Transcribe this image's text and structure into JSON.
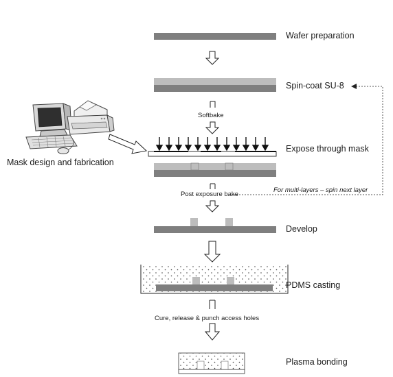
{
  "steps": {
    "wafer_preparation": "Wafer preparation",
    "spin_coat": "Spin-coat SU-8",
    "expose": "Expose through mask",
    "develop": "Develop",
    "pdms_casting": "PDMS casting",
    "plasma_bonding": "Plasma bonding"
  },
  "transitions": {
    "softbake": "Softbake",
    "post_exposure_bake": "Post exposure bake",
    "cure_release": "Cure, release & punch access holes"
  },
  "side": {
    "mask_design": "Mask design and fabrication",
    "multi_layer_note": "For multi-layers – spin next layer"
  },
  "colors": {
    "wafer": "#7f7f7f",
    "su8": "#bdbdbd",
    "outline": "#333333",
    "dashed": "#555555"
  },
  "icons": {
    "computer": "computer-icon",
    "printer": "printer-icon",
    "keyboard": "keyboard-icon",
    "mouse": "mouse-icon"
  }
}
